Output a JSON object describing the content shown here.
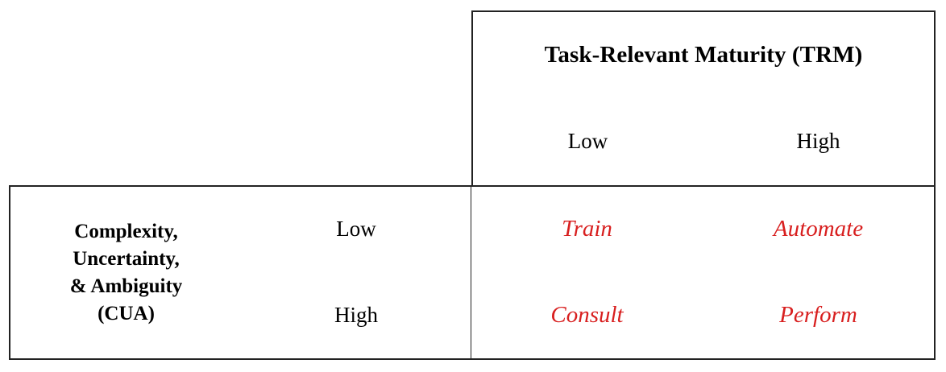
{
  "matrix": {
    "column_axis": {
      "title": "Task-Relevant Maturity (TRM)",
      "levels": [
        "Low",
        "High"
      ]
    },
    "row_axis": {
      "title_lines": [
        "Complexity,",
        "Uncertainty,",
        "& Ambiguity",
        "(CUA)"
      ],
      "title": "Complexity, Uncertainty, & Ambiguity (CUA)",
      "levels": [
        "Low",
        "High"
      ]
    },
    "quadrants": {
      "low_cua_low_trm": "Train",
      "low_cua_high_trm": "Automate",
      "high_cua_low_trm": "Consult",
      "high_cua_high_trm": "Perform"
    },
    "colors": {
      "quadrant_text": "#d81f1f",
      "border": "#222222",
      "heading_text": "#000000",
      "background": "#ffffff"
    }
  }
}
